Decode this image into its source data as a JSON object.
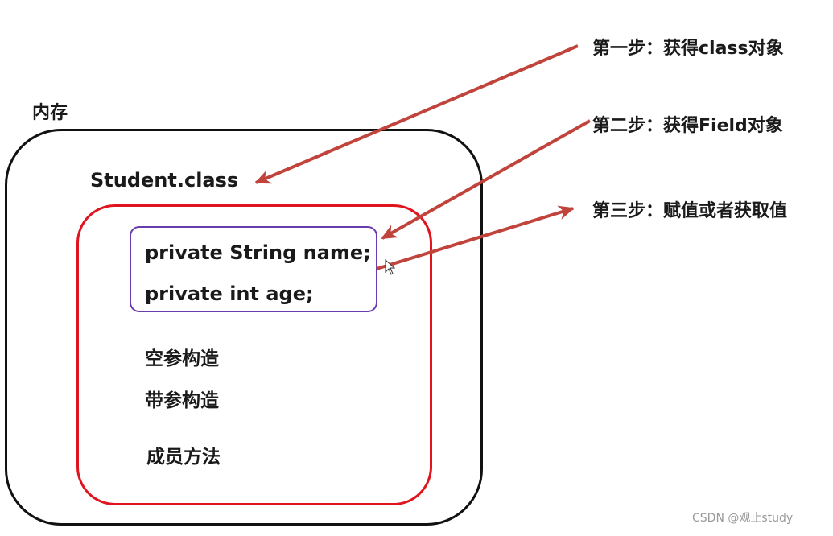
{
  "diagram": {
    "memory_label": "内存",
    "class_label": "Student.class",
    "fields": [
      "private String name;",
      "private int age;"
    ],
    "members": [
      "空参构造",
      "带参构造",
      "成员方法"
    ],
    "steps": [
      "第一步：获得class对象",
      "第二步：获得Field对象",
      "第三步：赋值或者获取值"
    ],
    "watermark": "CSDN @观止study",
    "colors": {
      "memory_border": "#111111",
      "class_border": "#e0141e",
      "field_border": "#6a3cab",
      "arrow": "#c0443c"
    }
  }
}
